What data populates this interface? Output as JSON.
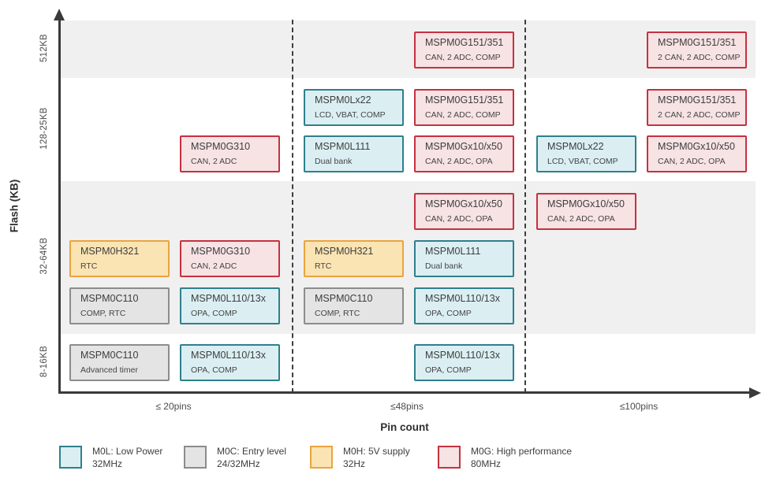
{
  "axes": {
    "y_label": "Flash (KB)",
    "x_label": "Pin count",
    "y_ticks": [
      "512KB",
      "128-25KB",
      "32-64KB",
      "8-16KB"
    ],
    "x_ticks": [
      "≤ 20pins",
      "≤48pins",
      "≤100pins"
    ]
  },
  "legend": [
    {
      "id": "M0L",
      "label": "M0L: Low Power",
      "sub": "32MHz",
      "fill": "#dbeff3",
      "border": "#2f7f8c"
    },
    {
      "id": "M0C",
      "label": "M0C: Entry level",
      "sub": "24/32MHz",
      "fill": "#e4e4e4",
      "border": "#8c8c8c"
    },
    {
      "id": "M0H",
      "label": "M0H: 5V supply",
      "sub": "32Hz",
      "fill": "#fbe4b3",
      "border": "#e9a440"
    },
    {
      "id": "M0G",
      "label": "M0G: High performance",
      "sub": "80MHz",
      "fill": "#f7e2e4",
      "border": "#c5313f"
    }
  ],
  "chart_data": {
    "type": "scatter",
    "title": "",
    "xlabel": "Pin count",
    "ylabel": "Flash (KB)",
    "x_categories": [
      "≤ 20pins",
      "≤48pins",
      "≤100pins"
    ],
    "y_categories": [
      "8-16KB",
      "32-64KB",
      "128-25KB",
      "512KB"
    ],
    "legend_position": "bottom",
    "grid": false,
    "points": [
      {
        "name": "MSPM0G151/351",
        "features": "CAN, 2 ADC, COMP",
        "family": "M0G",
        "x": "≤48pins",
        "y": "512KB",
        "col": 1,
        "slot": 1,
        "band": "512KB",
        "row": 0
      },
      {
        "name": "MSPM0G151/351",
        "features": "2 CAN, 2 ADC, COMP",
        "family": "M0G",
        "x": "≤100pins",
        "y": "512KB",
        "col": 2,
        "slot": 1,
        "band": "512KB",
        "row": 0
      },
      {
        "name": "MSPM0Lx22",
        "features": "LCD, VBAT, COMP",
        "family": "M0L",
        "x": "≤48pins",
        "y": "128-25KB",
        "col": 1,
        "slot": 0,
        "band": "128-25KB",
        "row": 0
      },
      {
        "name": "MSPM0G151/351",
        "features": "CAN, 2 ADC, COMP",
        "family": "M0G",
        "x": "≤48pins",
        "y": "128-25KB",
        "col": 1,
        "slot": 1,
        "band": "128-25KB",
        "row": 0
      },
      {
        "name": "MSPM0G151/351",
        "features": "2 CAN, 2 ADC, COMP",
        "family": "M0G",
        "x": "≤100pins",
        "y": "128-25KB",
        "col": 2,
        "slot": 1,
        "band": "128-25KB",
        "row": 0
      },
      {
        "name": "MSPM0G310",
        "features": "CAN, 2 ADC",
        "family": "M0G",
        "x": "≤ 20pins",
        "y": "128-25KB",
        "col": 0,
        "slot": 1,
        "band": "128-25KB",
        "row": 1
      },
      {
        "name": "MSPM0L111",
        "features": "Dual bank",
        "family": "M0L",
        "x": "≤48pins",
        "y": "128-25KB",
        "col": 1,
        "slot": 0,
        "band": "128-25KB",
        "row": 1
      },
      {
        "name": "MSPM0Gx10/x50",
        "features": "CAN, 2 ADC, OPA",
        "family": "M0G",
        "x": "≤48pins",
        "y": "128-25KB",
        "col": 1,
        "slot": 1,
        "band": "128-25KB",
        "row": 1
      },
      {
        "name": "MSPM0Lx22",
        "features": "LCD, VBAT, COMP",
        "family": "M0L",
        "x": "≤100pins",
        "y": "128-25KB",
        "col": 2,
        "slot": 0,
        "band": "128-25KB",
        "row": 1
      },
      {
        "name": "MSPM0Gx10/x50",
        "features": "CAN, 2 ADC, OPA",
        "family": "M0G",
        "x": "≤100pins",
        "y": "128-25KB",
        "col": 2,
        "slot": 1,
        "band": "128-25KB",
        "row": 1
      },
      {
        "name": "MSPM0Gx10/x50",
        "features": "CAN, 2 ADC, OPA",
        "family": "M0G",
        "x": "≤48pins",
        "y": "32-64KB",
        "col": 1,
        "slot": 1,
        "band": "32-64KB",
        "row": 0
      },
      {
        "name": "MSPM0Gx10/x50",
        "features": "CAN, 2 ADC, OPA",
        "family": "M0G",
        "x": "≤100pins",
        "y": "32-64KB",
        "col": 2,
        "slot": 0,
        "band": "32-64KB",
        "row": 0
      },
      {
        "name": "MSPM0H321",
        "features": "RTC",
        "family": "M0H",
        "x": "≤ 20pins",
        "y": "32-64KB",
        "col": 0,
        "slot": 0,
        "band": "32-64KB",
        "row": 1
      },
      {
        "name": "MSPM0G310",
        "features": "CAN, 2 ADC",
        "family": "M0G",
        "x": "≤ 20pins",
        "y": "32-64KB",
        "col": 0,
        "slot": 1,
        "band": "32-64KB",
        "row": 1
      },
      {
        "name": "MSPM0H321",
        "features": "RTC",
        "family": "M0H",
        "x": "≤48pins",
        "y": "32-64KB",
        "col": 1,
        "slot": 0,
        "band": "32-64KB",
        "row": 1
      },
      {
        "name": "MSPM0L111",
        "features": "Dual bank",
        "family": "M0L",
        "x": "≤48pins",
        "y": "32-64KB",
        "col": 1,
        "slot": 1,
        "band": "32-64KB",
        "row": 1
      },
      {
        "name": "MSPM0C110",
        "features": "COMP, RTC",
        "family": "M0C",
        "x": "≤ 20pins",
        "y": "32-64KB",
        "col": 0,
        "slot": 0,
        "band": "32-64KB",
        "row": 2
      },
      {
        "name": "MSPM0L110/13x",
        "features": "OPA, COMP",
        "family": "M0L",
        "x": "≤ 20pins",
        "y": "32-64KB",
        "col": 0,
        "slot": 1,
        "band": "32-64KB",
        "row": 2
      },
      {
        "name": "MSPM0C110",
        "features": "COMP, RTC",
        "family": "M0C",
        "x": "≤48pins",
        "y": "32-64KB",
        "col": 1,
        "slot": 0,
        "band": "32-64KB",
        "row": 2
      },
      {
        "name": "MSPM0L110/13x",
        "features": "OPA, COMP",
        "family": "M0L",
        "x": "≤48pins",
        "y": "32-64KB",
        "col": 1,
        "slot": 1,
        "band": "32-64KB",
        "row": 2
      },
      {
        "name": "MSPM0C110",
        "features": "Advanced timer",
        "family": "M0C",
        "x": "≤ 20pins",
        "y": "8-16KB",
        "col": 0,
        "slot": 0,
        "band": "8-16KB",
        "row": 0
      },
      {
        "name": "MSPM0L110/13x",
        "features": "OPA, COMP",
        "family": "M0L",
        "x": "≤ 20pins",
        "y": "8-16KB",
        "col": 0,
        "slot": 1,
        "band": "8-16KB",
        "row": 0
      },
      {
        "name": "MSPM0L110/13x",
        "features": "OPA, COMP",
        "family": "M0L",
        "x": "≤48pins",
        "y": "8-16KB",
        "col": 1,
        "slot": 1,
        "band": "8-16KB",
        "row": 0
      }
    ]
  }
}
